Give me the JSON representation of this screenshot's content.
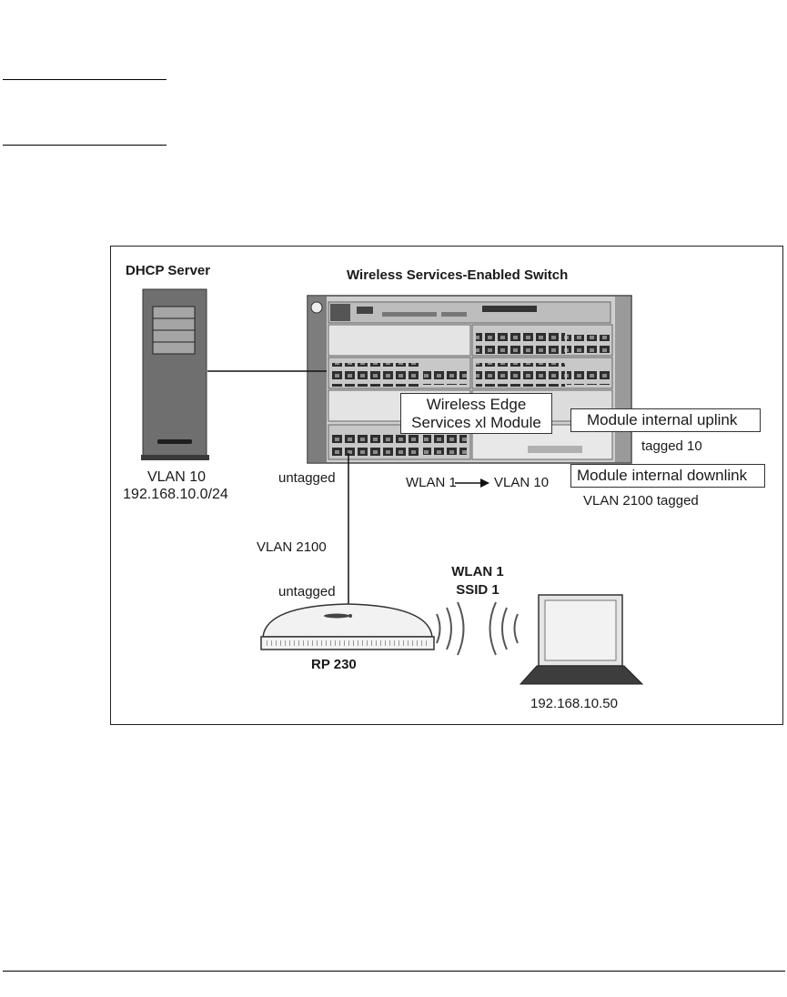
{
  "diagram": {
    "switch_title": "Wireless Services-Enabled Switch",
    "dhcp_title": "DHCP Server",
    "dhcp_vlan": "VLAN 10",
    "dhcp_subnet": "192.168.10.0/24",
    "module_label_line1": "Wireless Edge",
    "module_label_line2": "Services xl Module",
    "uplink_box": "Module internal uplink",
    "uplink_tag": "tagged 10",
    "downlink_box": "Module internal downlink",
    "downlink_tag": "VLAN 2100 tagged",
    "switch_port_mode": "untagged",
    "wlan_mapping_from": "WLAN 1",
    "wlan_mapping_to": "VLAN 10",
    "link_vlan": "VLAN 2100",
    "ap_port_mode": "untagged",
    "wlan_name": "WLAN 1",
    "ssid_name": "SSID 1",
    "ap_model": "RP 230",
    "client_ip": "192.168.10.50"
  }
}
